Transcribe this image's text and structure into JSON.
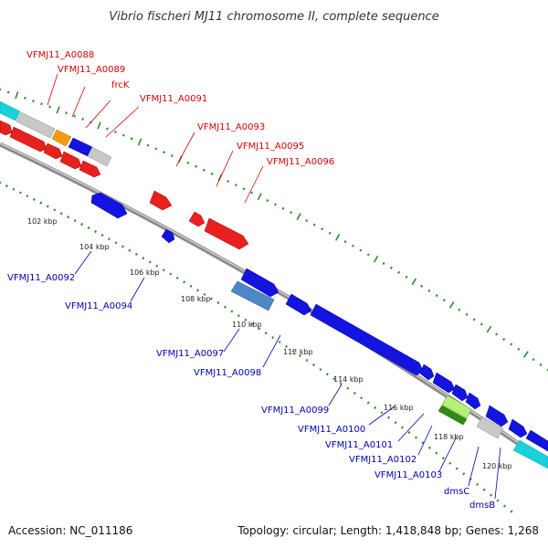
{
  "title": "Vibrio fischeri MJ11 chromosome II, complete sequence",
  "footer": {
    "accession": "Accession: NC_011186",
    "topology": "Topology: circular; Length: 1,418,848 bp; Genes: 1,268"
  },
  "tick_labels": [
    "102 kbp",
    "104 kbp",
    "106 kbp",
    "108 kbp",
    "110 kbp",
    "112 kbp",
    "114 kbp",
    "116 kbp",
    "118 kbp",
    "120 kbp"
  ],
  "top_strand_labels": [
    "VFMJ11_A0088",
    "VFMJ11_A0089",
    "frcK",
    "VFMJ11_A0091",
    "VFMJ11_A0093",
    "VFMJ11_A0095",
    "VFMJ11_A0096"
  ],
  "bottom_strand_labels": [
    "VFMJ11_A0092",
    "VFMJ11_A0094",
    "VFMJ11_A0097",
    "VFMJ11_A0098",
    "VFMJ11_A0099",
    "VFMJ11_A0100",
    "VFMJ11_A0101",
    "VFMJ11_A0102",
    "VFMJ11_A0103",
    "dmsC",
    "dmsB"
  ],
  "colors": {
    "red": "#e8201e",
    "blue": "#1414e0",
    "steel": "#4f86c4",
    "cyan": "#18d2d8",
    "grey": "#c8c8c8",
    "orange": "#f39c12",
    "green": "#7ed321",
    "backbone": "#8c8c8c",
    "dots": "#2e8b2e"
  }
}
